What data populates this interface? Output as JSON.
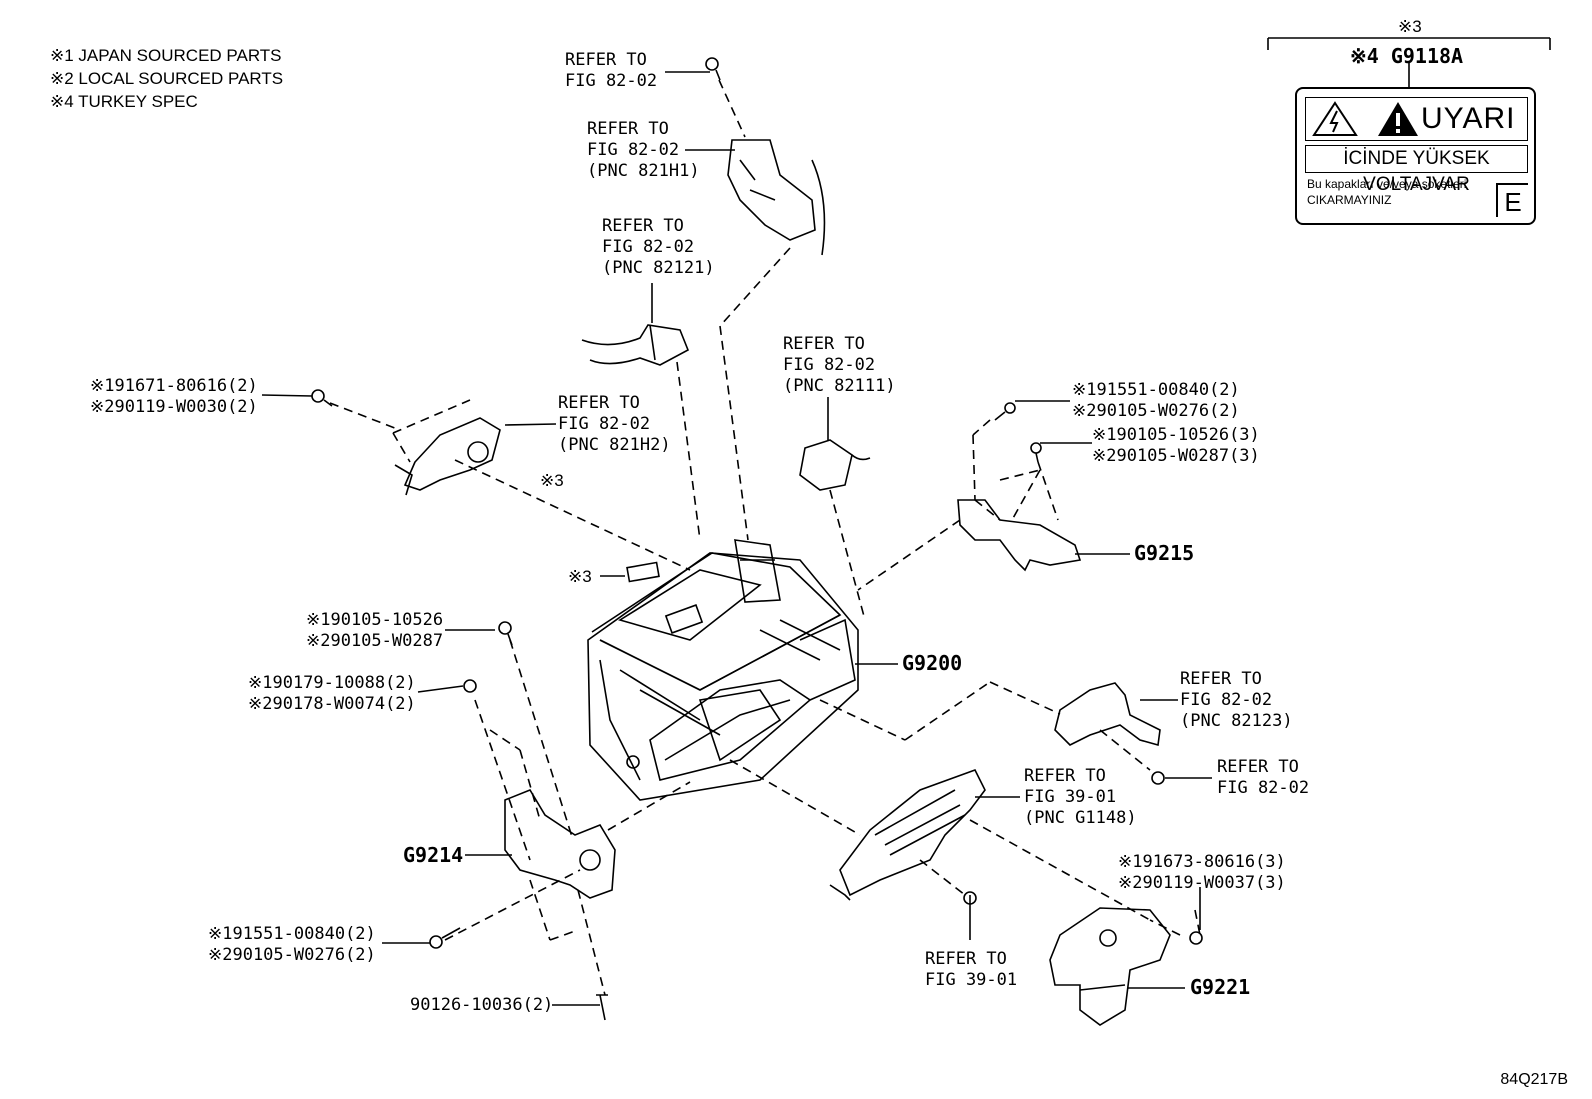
{
  "legend": {
    "lines": [
      "※1 JAPAN SOURCED PARTS",
      "※2 LOCAL SOURCED PARTS",
      "※4 TURKEY SPEC"
    ]
  },
  "caution_label": {
    "group_mark": "※3",
    "part_label": "※4 G9118A",
    "title": "UYARI",
    "line1": "İCİNDE YÜKSEK VOLTAJVAR",
    "line2": "Bu kapakları ve/veya soketleri",
    "line3": "CIKARMAYINIZ",
    "corner": "E"
  },
  "refs": {
    "r1": "REFER TO\nFIG 82-02",
    "r2": "REFER TO\nFIG 82-02\n(PNC 821H1)",
    "r3": "REFER TO\nFIG 82-02\n(PNC 82121)",
    "r4": "REFER TO\nFIG 82-02\n(PNC 821H2)",
    "r5": "REFER TO\nFIG 82-02\n(PNC 82111)",
    "r6": "REFER TO\nFIG 82-02\n(PNC 82123)",
    "r7": "REFER TO\nFIG 82-02",
    "r8": "REFER TO\nFIG 39-01\n(PNC G1148)",
    "r9": "REFER TO\nFIG 39-01"
  },
  "parts": {
    "p1": "※191671-80616(2)\n※290119-W0030(2)",
    "p2": "※191551-00840(2)\n※290105-W0276(2)",
    "p3": "※190105-10526(3)\n※290105-W0287(3)",
    "p4": "※190105-10526\n※290105-W0287",
    "p5": "※190179-10088(2)\n※290178-W0074(2)",
    "p6": "※191551-00840(2)\n※290105-W0276(2)",
    "p7": "90126-10036(2)",
    "p8": "※191673-80616(3)\n※290119-W0037(3)",
    "mark3a": "※3",
    "mark3b": "※3"
  },
  "assemblies": {
    "g9215": "G9215",
    "g9200": "G9200",
    "g9214": "G9214",
    "g9221": "G9221"
  },
  "drawing_code": "84Q217B"
}
